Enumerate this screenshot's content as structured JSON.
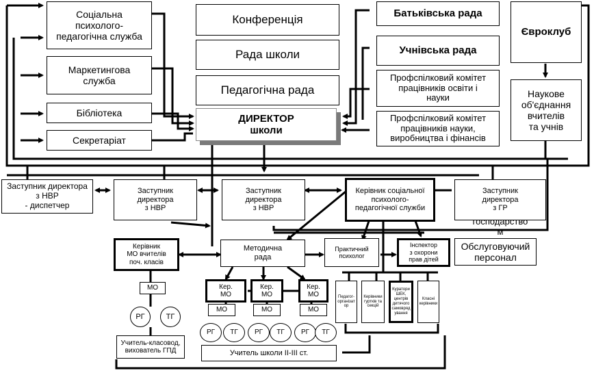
{
  "boxes": {
    "social_service": "Соціальна\nпсихолого-\nпедагогічна служба",
    "marketing_service": "Маркетингова\nслужба",
    "library": "Бібліотека",
    "secretariat": "Секретаріат",
    "conference": "Конференція",
    "school_council": "Рада школи",
    "pedagogical_council": "Педагогічна рада",
    "director": "ДИРЕКТОР\nшколи",
    "parents_council": "Батьківська рада",
    "students_council": "Учнівська рада",
    "euroclub": "Євроклуб",
    "trade_union_education": "Профспілковий комітет\nпрацівників освіти і\nнауки",
    "trade_union_science": "Профспілковий комітет\nпрацівників науки,\nвиробництва і фінансів",
    "scientific_association": "Наукове\nоб'єднання\nвчителів\nта учнів",
    "deputy_dispatcher": "Заступник директора\nз НВР\n- диспетчер",
    "deputy_nvr_1": "Заступник\nдиректора\nз НВР",
    "deputy_nvr_2": "Заступник\nдиректора\nз НВР",
    "head_social_service": "Керівник соціальної\nпсихолого-\nпедагогічної служби",
    "deputy_gr": "Заступник\nдиректора\nз ГР",
    "economic_part": "господарство\nм",
    "service_staff": "Обслуговуючий\nперсонал",
    "head_mo_primary": "Керівник\nМО вчителів\nпоч. класів",
    "methodical_council": "Методична\nрада",
    "practical_psychologist": "Практичний\nпсихолог",
    "labour_inspector": "Інспектор\nз охорони\nправ дітей",
    "mo_primary": "МО",
    "head_mo_1": "Кер.\nМО",
    "head_mo_2": "Кер.\nМО",
    "head_mo_3": "Кер.\nМО",
    "mo_1": "МО",
    "mo_2": "МО",
    "mo_3": "МО",
    "teacher_organizer": "Педагог-\nорганізат\nор",
    "club_leaders": "Керівники\nгуртків та\nсекцій",
    "curators": "Куратори\nШЕК,\nцентрів\nдитячого\nсамовряд\nування",
    "class_teachers": "Класні\nкерівники",
    "class_teacher_primary": "Учитель-класовод,\nвихователь ГПД",
    "teacher_senior": "Учитель школи ІІ-ІІІ ст."
  },
  "ovals": {
    "rg": "РГ",
    "tg": "ТГ"
  }
}
